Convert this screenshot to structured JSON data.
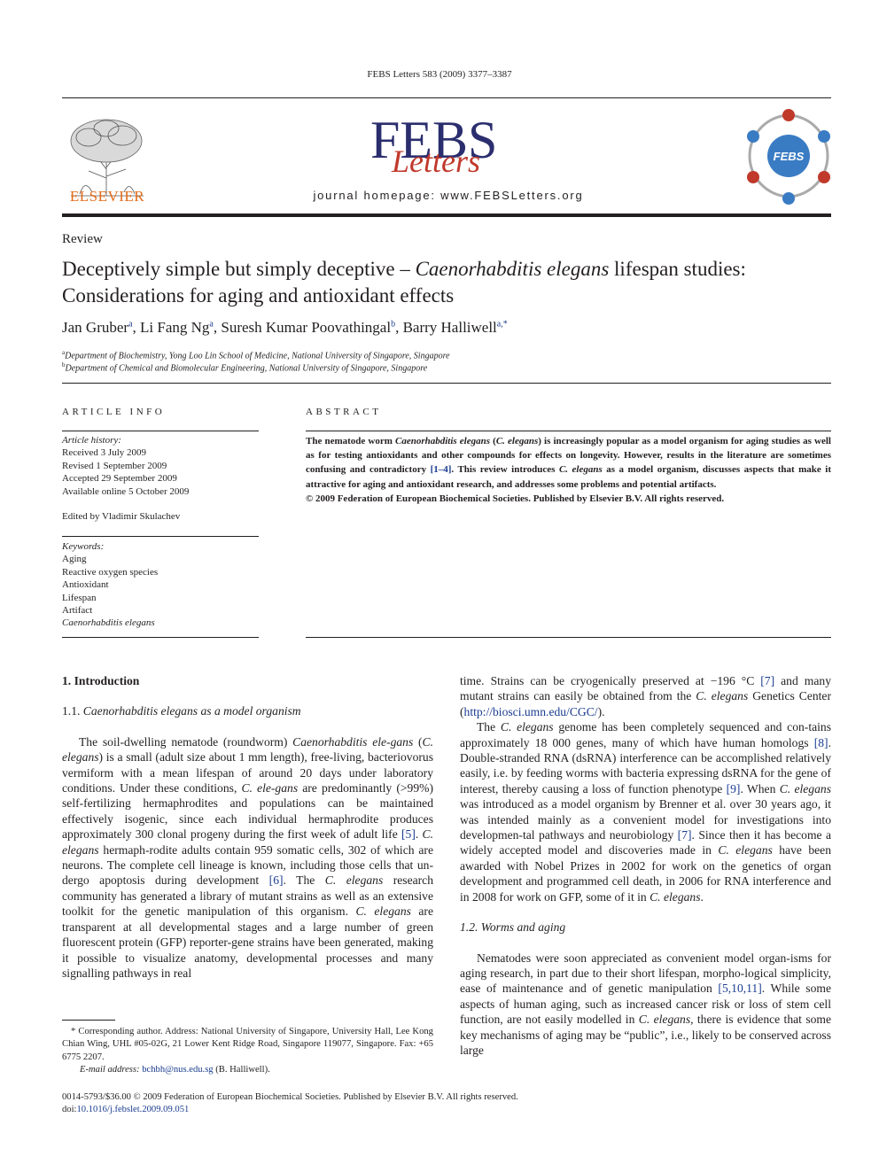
{
  "header": {
    "journal_ref": "FEBS Letters 583 (2009) 3377–3387",
    "publisher": "ELSEVIER",
    "journal_title_main": "FEBS",
    "journal_title_script": "Letters",
    "homepage": "journal homepage: www.FEBSLetters.org",
    "badge": "FEBS"
  },
  "article": {
    "section": "Review",
    "title_part1": "Deceptively simple but simply deceptive – ",
    "title_italic": "Caenorhabditis elegans",
    "title_part2": " lifespan studies: Considerations for aging and antioxidant effects",
    "authors": [
      {
        "name": "Jan Gruber",
        "sup": "a"
      },
      {
        "name": "Li Fang Ng",
        "sup": "a"
      },
      {
        "name": "Suresh Kumar Poovathingal",
        "sup": "b"
      },
      {
        "name": "Barry Halliwell",
        "sup": "a,*"
      }
    ],
    "affiliations": [
      {
        "sup": "a",
        "text": "Department of Biochemistry, Yong Loo Lin School of Medicine, National University of Singapore, Singapore"
      },
      {
        "sup": "b",
        "text": "Department of Chemical and Biomolecular Engineering, National University of Singapore, Singapore"
      }
    ]
  },
  "info": {
    "heading": "ARTICLE INFO",
    "history_label": "Article history:",
    "history": [
      "Received 3 July 2009",
      "Revised 1 September 2009",
      "Accepted 29 September 2009",
      "Available online 5 October 2009"
    ],
    "edited_by": "Edited by Vladimir Skulachev",
    "keywords_label": "Keywords:",
    "keywords": [
      "Aging",
      "Reactive oxygen species",
      "Antioxidant",
      "Lifespan",
      "Artifact",
      "Caenorhabditis elegans"
    ]
  },
  "abstract": {
    "heading": "ABSTRACT",
    "t1": "The nematode worm ",
    "i1": "Caenorhabditis elegans",
    "t2": " (",
    "i2": "C. elegans",
    "t3": ") is increasingly popular as a model organism for aging studies as well as for testing antioxidants and other compounds for effects on longevity. However, results in the literature are sometimes confusing and contradictory ",
    "ref": "[1–4]",
    "t4": ". This review introduces ",
    "i3": "C. elegans",
    "t5": " as a model organism, discusses aspects that make it attractive for aging and antioxidant research, and addresses some problems and potential artifacts.",
    "copyright": "© 2009 Federation of European Biochemical Societies. Published by Elsevier B.V. All rights reserved."
  },
  "body": {
    "h1": "1. Introduction",
    "h11_num": "1.1. ",
    "h11_text": "Caenorhabditis elegans as a model organism",
    "p1": [
      {
        "t": "The soil-dwelling nematode (roundworm) "
      },
      {
        "i": "Caenorhabditis ele-gans"
      },
      {
        "t": " ("
      },
      {
        "i": "C. elegans"
      },
      {
        "t": ") is a small (adult size about 1 mm length), free-living, bacteriovorus vermiform with a mean lifespan of around 20 days under laboratory conditions. Under these conditions, "
      },
      {
        "i": "C. ele-gans"
      },
      {
        "t": " are predominantly (>99%) self-fertilizing hermaphrodites and populations can be maintained effectively isogenic, since each individual hermaphrodite produces approximately 300 clonal progeny during the first week of adult life "
      },
      {
        "r": "[5]"
      },
      {
        "t": ". "
      },
      {
        "i": "C. elegans"
      },
      {
        "t": " hermaph-rodite adults contain 959 somatic cells, 302 of which are neurons. The complete cell lineage is known, including those cells that un-dergo apoptosis during development "
      },
      {
        "r": "[6]"
      },
      {
        "t": ". The "
      },
      {
        "i": "C. elegans"
      },
      {
        "t": " research community has generated a library of mutant strains as well as an extensive toolkit for the genetic manipulation of this organism. "
      },
      {
        "i": "C. elegans"
      },
      {
        "t": " are transparent at all developmental stages and a large number of green fluorescent protein (GFP) reporter-gene strains have been generated, making it possible to visualize anatomy, developmental processes and many signalling pathways in real"
      }
    ],
    "p2": [
      {
        "t": "time. Strains can be cryogenically preserved at −196 °C "
      },
      {
        "r": "[7]"
      },
      {
        "t": " and many mutant strains can easily be obtained from the "
      },
      {
        "i": "C. elegans"
      },
      {
        "t": " Genetics Center ("
      },
      {
        "r": "http://biosci.umn.edu/CGC/"
      },
      {
        "t": ")."
      }
    ],
    "p3": [
      {
        "t": "The "
      },
      {
        "i": "C. elegans"
      },
      {
        "t": " genome has been completely sequenced and con-tains approximately 18 000 genes, many of which have human homologs "
      },
      {
        "r": "[8]"
      },
      {
        "t": ". Double-stranded RNA (dsRNA) interference can be accomplished relatively easily, i.e. by feeding worms with bacteria expressing dsRNA for the gene of interest, thereby causing a loss of function phenotype "
      },
      {
        "r": "[9]"
      },
      {
        "t": ". When "
      },
      {
        "i": "C. elegans"
      },
      {
        "t": " was introduced as a model organism by Brenner et al. over 30 years ago, it was intended mainly as a convenient model for investigations into developmen-tal pathways and neurobiology "
      },
      {
        "r": "[7]"
      },
      {
        "t": ". Since then it has become a widely accepted model and discoveries made in "
      },
      {
        "i": "C. elegans"
      },
      {
        "t": " have been awarded with Nobel Prizes in 2002 for work on the genetics of organ development and programmed cell death, in 2006 for RNA interference and in 2008 for work on GFP, some of it in "
      },
      {
        "i": "C. elegans"
      },
      {
        "t": "."
      }
    ],
    "h12": "1.2. Worms and aging",
    "p4": [
      {
        "t": "Nematodes were soon appreciated as convenient model organ-isms for aging research, in part due to their short lifespan, morpho-logical simplicity, ease of maintenance and of genetic manipulation "
      },
      {
        "r": "[5,10,11]"
      },
      {
        "t": ". While some aspects of human aging, such as increased cancer risk or loss of stem cell function, are not easily modelled in "
      },
      {
        "i": "C. elegans"
      },
      {
        "t": ", there is evidence that some key mechanisms of aging may be “public”, i.e., likely to be conserved across large"
      }
    ]
  },
  "footnote": {
    "star": "*",
    "corr": "Corresponding author. Address: National University of Singapore, University Hall, Lee Kong Chian Wing, UHL #05-02G, 21 Lower Kent Ridge Road, Singapore 119077, Singapore. Fax: +65 6775 2207.",
    "email_label": "E-mail address:",
    "email": "bchbh@nus.edu.sg",
    "email_name": " (B. Halliwell)."
  },
  "bottom": {
    "line1": "0014-5793/$36.00 © 2009 Federation of European Biochemical Societies. Published by Elsevier B.V. All rights reserved.",
    "doi_label": "doi:",
    "doi": "10.1016/j.febslet.2009.09.051"
  },
  "colors": {
    "link": "#1a3c8f",
    "elsevier_orange": "#e36c1b",
    "febs_navy": "#2b2e6e",
    "febs_red": "#c0392b",
    "febs_blue": "#3a7cc4"
  }
}
